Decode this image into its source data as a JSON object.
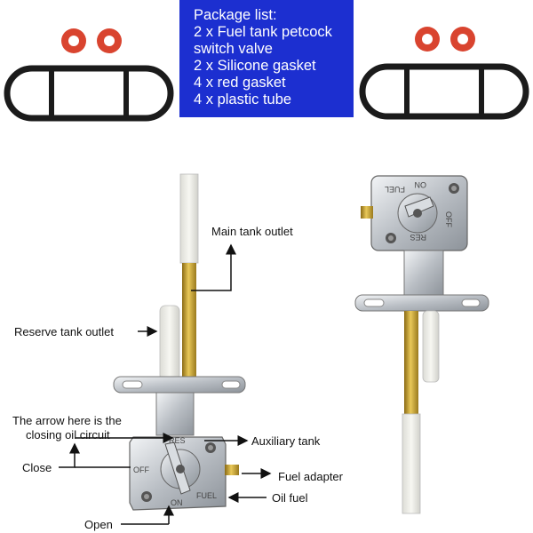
{
  "package": {
    "title": "Package list:",
    "items": [
      "2 x Fuel tank petcock",
      "switch valve",
      "2 x Silicone gasket",
      "4 x red gasket",
      "4 x plastic tube"
    ]
  },
  "labels": {
    "main_tank_outlet": "Main tank outlet",
    "reserve_tank_outlet": "Reserve tank outlet",
    "arrow_note_line1": "The arrow here is the",
    "arrow_note_line2": "closing oil circuit",
    "close": "Close",
    "open": "Open",
    "auxiliary_tank": "Auxiliary tank",
    "fuel_adapter": "Fuel adapter",
    "oil_fuel": "Oil fuel"
  },
  "valve_marks": {
    "res": "RES",
    "off": "OFF",
    "on": "ON",
    "fuel": "FUEL"
  },
  "colors": {
    "package_bg": "#1c2fd0",
    "red_gasket": "#d9442f",
    "brass": "#c9a53a",
    "silver": "#c8ccd0"
  }
}
